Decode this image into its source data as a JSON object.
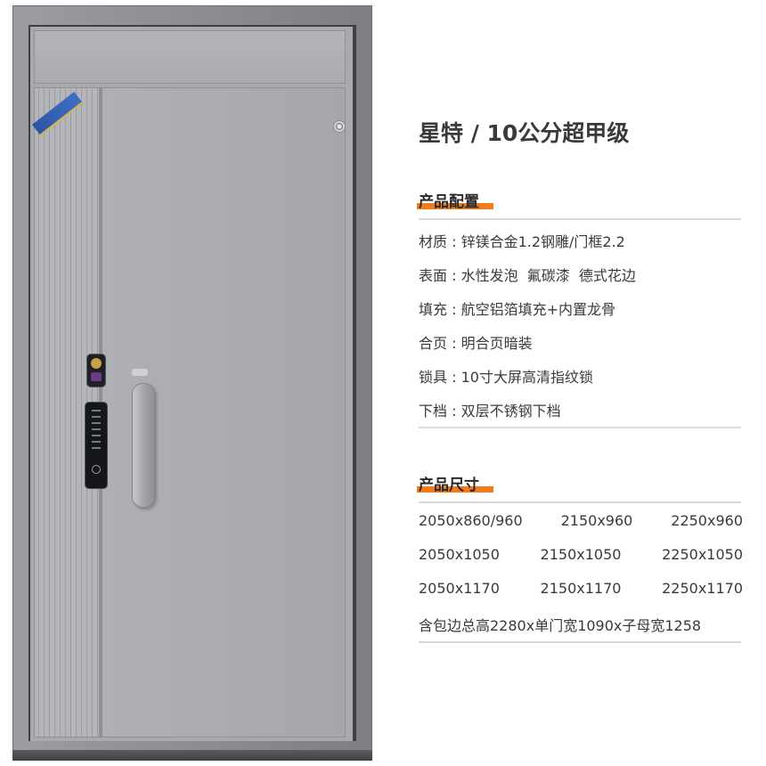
{
  "product": {
    "title": "星特 / 10公分超甲级"
  },
  "config": {
    "heading": "产品配置",
    "rows": [
      {
        "label": "材质",
        "value": "锌镁合金1.2钢雕/门框2.2"
      },
      {
        "label": "表面",
        "value": "水性发泡  氟碳漆  德式花边"
      },
      {
        "label": "填充",
        "value": "航空铝箔填充+内置龙骨"
      },
      {
        "label": "合页",
        "value": "明合页暗装"
      },
      {
        "label": "锁具",
        "value": "10寸大屏高清指纹锁"
      },
      {
        "label": "下档",
        "value": "双层不锈钢下档"
      }
    ]
  },
  "sizes": {
    "heading": "产品尺寸",
    "rows": [
      [
        "2050x860/960",
        "2150x960",
        "2250x960"
      ],
      [
        "2050x1050",
        "2150x1050",
        "2250x1050"
      ],
      [
        "2050x1170",
        "2150x1170",
        "2250x1170"
      ]
    ],
    "note": "含包边总高2280x单门宽1090x子母宽1258"
  },
  "colors": {
    "accent": "#f07c1a",
    "door": "#a8aaae",
    "frame": "#8a8c90",
    "text": "#3a3a3a"
  }
}
